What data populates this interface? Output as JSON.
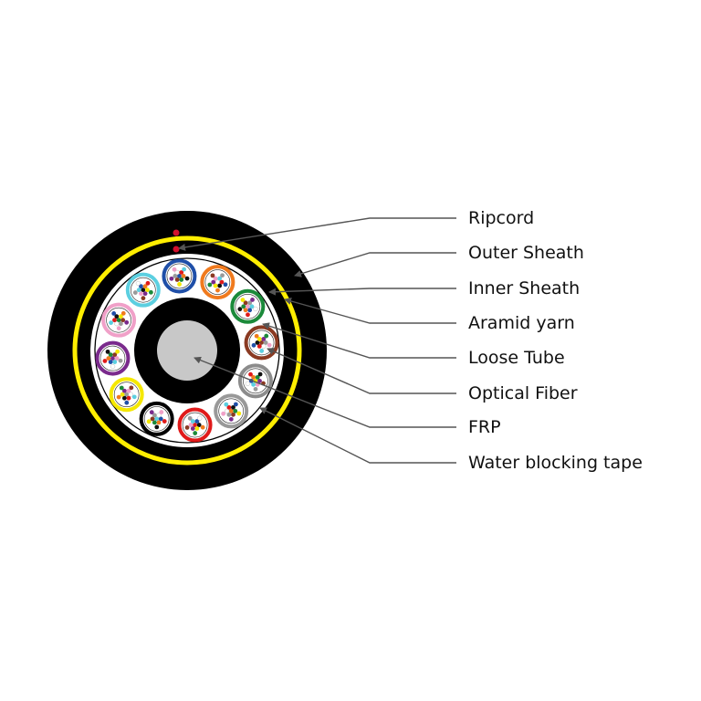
{
  "labels": {
    "ripcord": "Ripcord",
    "outer_sheath": "Outer Sheath",
    "inner_sheath": "Inner Sheath",
    "aramid_yarn": "Aramid yarn",
    "loose_tube": "Loose Tube",
    "optical_fiber": "Optical Fiber",
    "frp": "FRP",
    "water_blocking_tape": "Water blocking tape"
  },
  "colors": {
    "sheath": "#000000",
    "aramid": "#ffee00",
    "ripcord": "#d2102c",
    "frp": "#c8c8c8",
    "leader": "#555555",
    "tubes": [
      "#1f4fa8",
      "#f07a1e",
      "#1b8a3a",
      "#8a3a22",
      "#8c8c8c",
      "#ffffff",
      "#e01a1a",
      "#000000",
      "#f5e800",
      "#7a2a8c",
      "#f0a0c8",
      "#5ccfe0"
    ],
    "fibers": [
      "#1f4fa8",
      "#f07a1e",
      "#1b8a3a",
      "#8a3a22",
      "#9a9a9a",
      "#ffffff",
      "#e01a1a",
      "#111111",
      "#f5e800",
      "#7a2a8c",
      "#f0a0c8",
      "#5ccfe0"
    ]
  }
}
